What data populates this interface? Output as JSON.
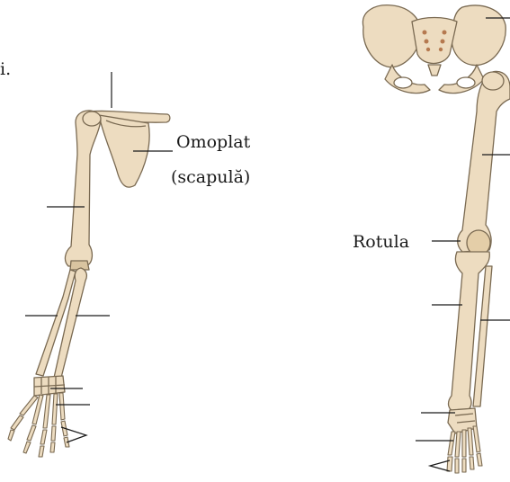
{
  "fragment_text": "i.",
  "labels": {
    "scapula_line1": "Omoplat",
    "scapula_line2": "(scapulă)",
    "patella": "Rotula"
  },
  "colors": {
    "bone_fill": "#eddcc0",
    "bone_stroke": "#7a6a52",
    "bone_shade": "#d9c4a0",
    "sacrum_spot": "#b5794f",
    "leader_line": "#1a1a1a",
    "text": "#1a1a1a"
  }
}
